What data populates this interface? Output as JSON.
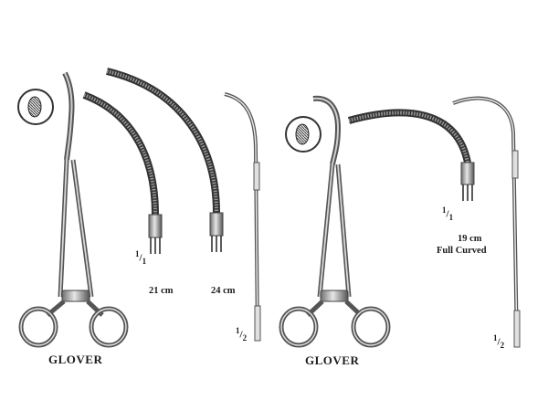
{
  "left_set": {
    "brand": "GLOVER",
    "tip_ratio": {
      "num": "1",
      "den": "1"
    },
    "shaft_ratio": {
      "num": "1",
      "den": "2"
    },
    "sizes": [
      "21 cm",
      "24 cm"
    ]
  },
  "right_set": {
    "brand": "GLOVER",
    "tip_ratio": {
      "num": "1",
      "den": "1"
    },
    "shaft_ratio": {
      "num": "1",
      "den": "2"
    },
    "size": "19 cm",
    "curve_note": "Full Curved"
  },
  "icons": [
    "jaw-serration-detail-icon",
    "forceps-icon",
    "curved-jaw-icon",
    "shaft-side-view-icon"
  ],
  "colors": {
    "steel_light": "#d9d9d9",
    "steel_dark": "#4a4a4a",
    "background": "#ffffff"
  }
}
